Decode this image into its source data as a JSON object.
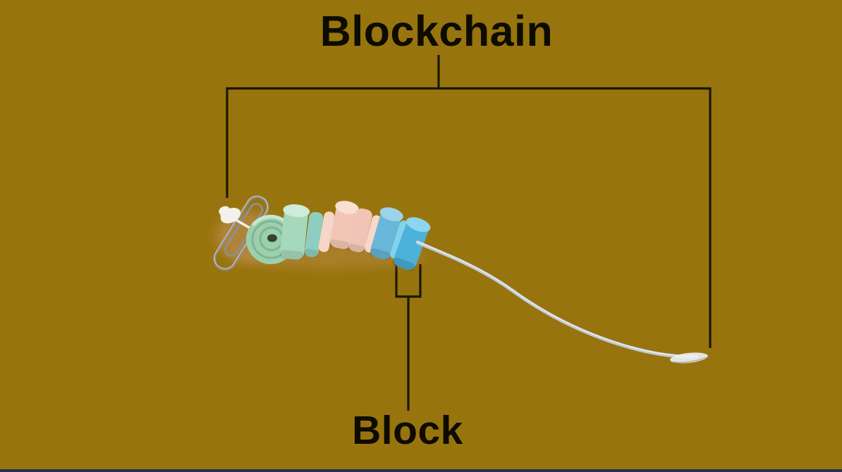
{
  "page": {
    "background_color": "#98740e",
    "bottom_strip_color": "#273050"
  },
  "labels": {
    "title": "Blockchain",
    "block": "Block",
    "text_color": "#0e0c00"
  },
  "annotation": {
    "line_color": "#1c1806"
  },
  "figure": {
    "description": "Photo of pastel candy discs threaded on a white string with a paperclip clasp, illustrating blocks in a blockchain",
    "shadow_color": "#b98a45",
    "paperclip_color": "#8f8f8b",
    "paperclip_highlight": "#d9d9d5",
    "knot_color": "#f3f1ea",
    "string_color": "#c2cbd4",
    "string_highlight": "#eef1f5",
    "string_shadow": "#8d99a6",
    "roll": {
      "base": "#9ccfae",
      "ring": "#74ad88",
      "hole": "#36422f",
      "highlight": "#d2ecd8"
    },
    "beads": [
      {
        "name": "mint-green-bead",
        "color": "#a6d9bc",
        "face": "#cdecd9"
      },
      {
        "name": "teal-green-bead",
        "color": "#8ecec0",
        "face": "#b4e1d7"
      },
      {
        "name": "pale-pink-bead",
        "color": "#f5d6c9",
        "face": "#fae4da"
      },
      {
        "name": "pink-bead-large",
        "color": "#f2c6b6",
        "face": "#f9ded2"
      },
      {
        "name": "pink-bead",
        "color": "#f0c4b6",
        "face": "#f8dcd0"
      },
      {
        "name": "light-pink-bead",
        "color": "#f7d8cb",
        "face": "#fce6dc"
      },
      {
        "name": "blue-bead-medium",
        "color": "#68b7d8",
        "face": "#9bd4ea"
      },
      {
        "name": "light-blue-bead",
        "color": "#84d2ec",
        "face": "#b4e4f4"
      },
      {
        "name": "blue-bead-large",
        "color": "#4cb2da",
        "face": "#8ed5ee"
      }
    ]
  }
}
